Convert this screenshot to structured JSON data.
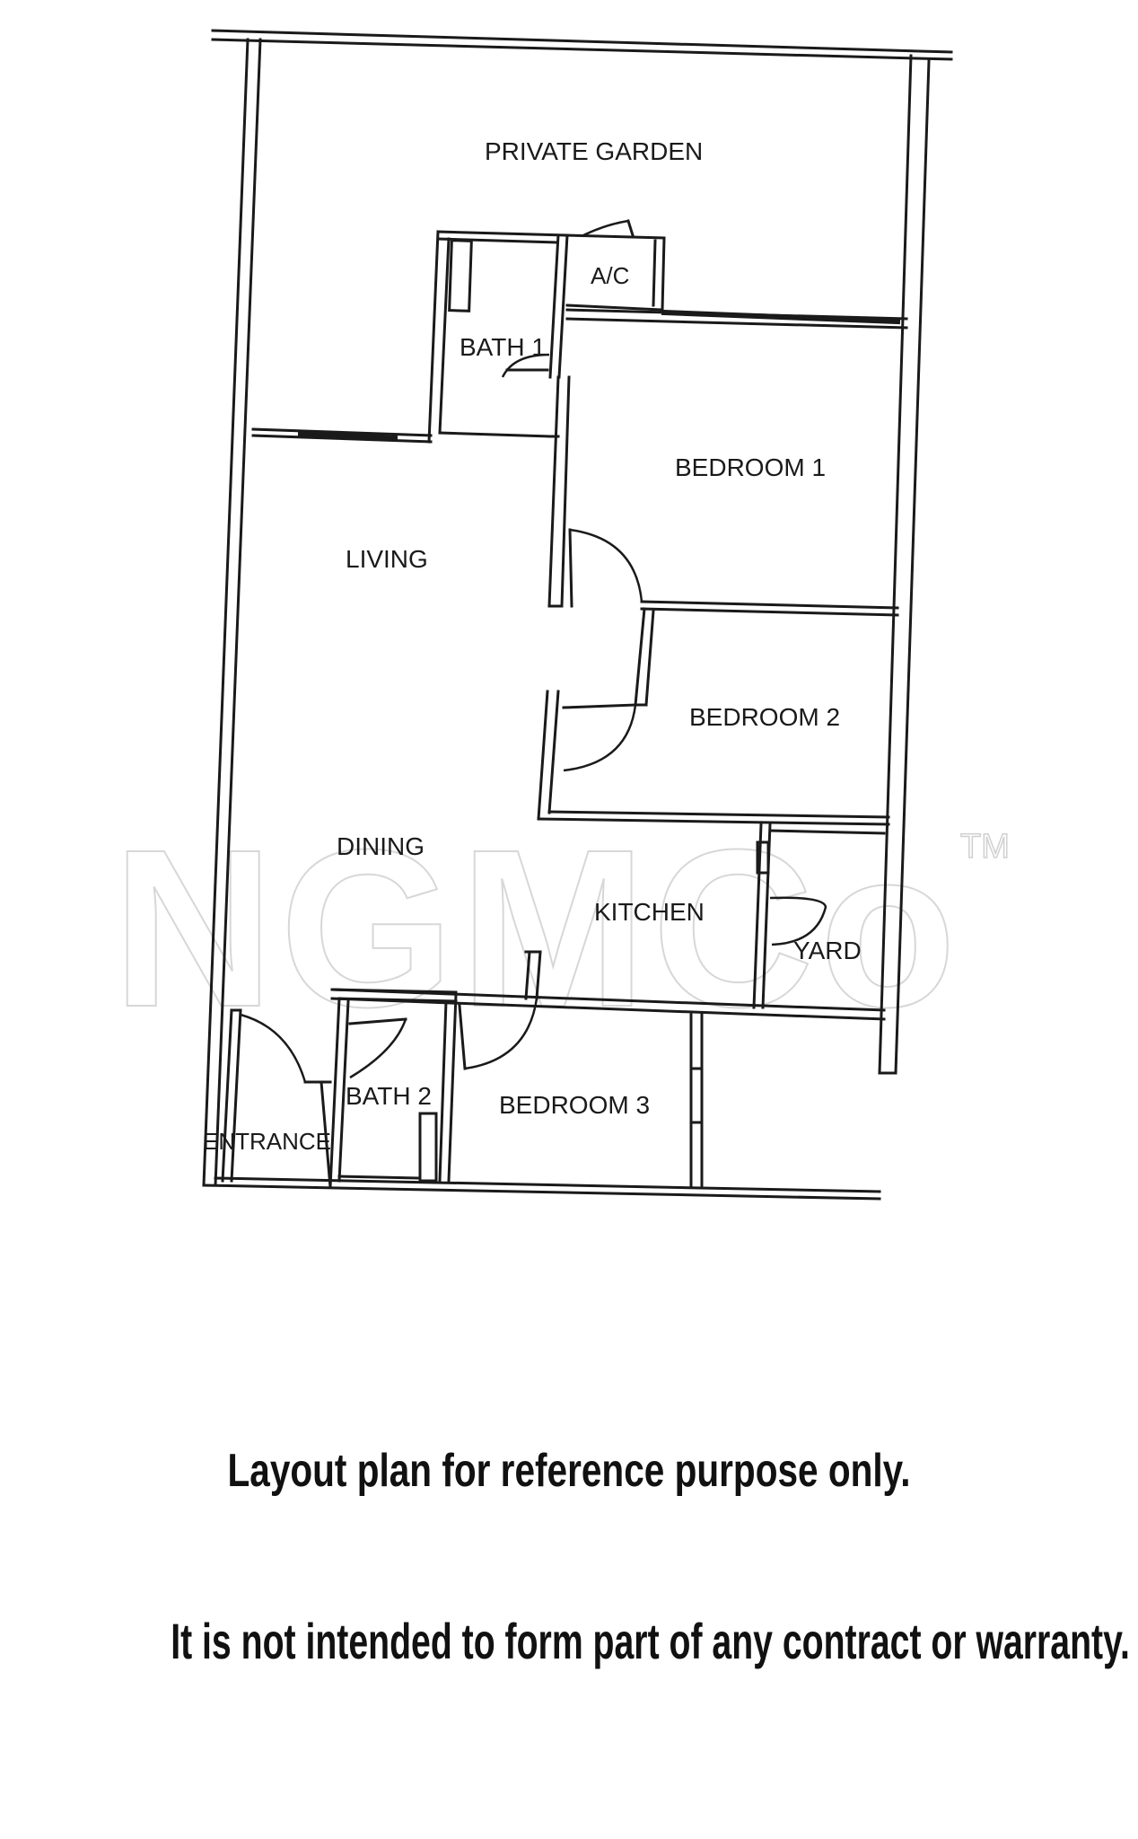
{
  "rooms": {
    "private_garden": "PRIVATE GARDEN",
    "ac": "A/C",
    "bath_1": "BATH 1",
    "bedroom_1": "BEDROOM 1",
    "living": "LIVING",
    "bedroom_2": "BEDROOM 2",
    "dining": "DINING",
    "kitchen": "KITCHEN",
    "yard": "YARD",
    "bath_2": "BATH 2",
    "entrance": "ENTRANCE",
    "bedroom_3": "BEDROOM 3"
  },
  "watermark": {
    "text": "NGMCo",
    "trademark": "TM"
  },
  "disclaimer": {
    "line_1": "Layout plan for reference purpose only.",
    "line_2": "It is not intended to form part of any contract or warranty."
  },
  "colors": {
    "ink": "#1a1a1a",
    "watermark": "#d7d7d7",
    "background": "#ffffff"
  }
}
